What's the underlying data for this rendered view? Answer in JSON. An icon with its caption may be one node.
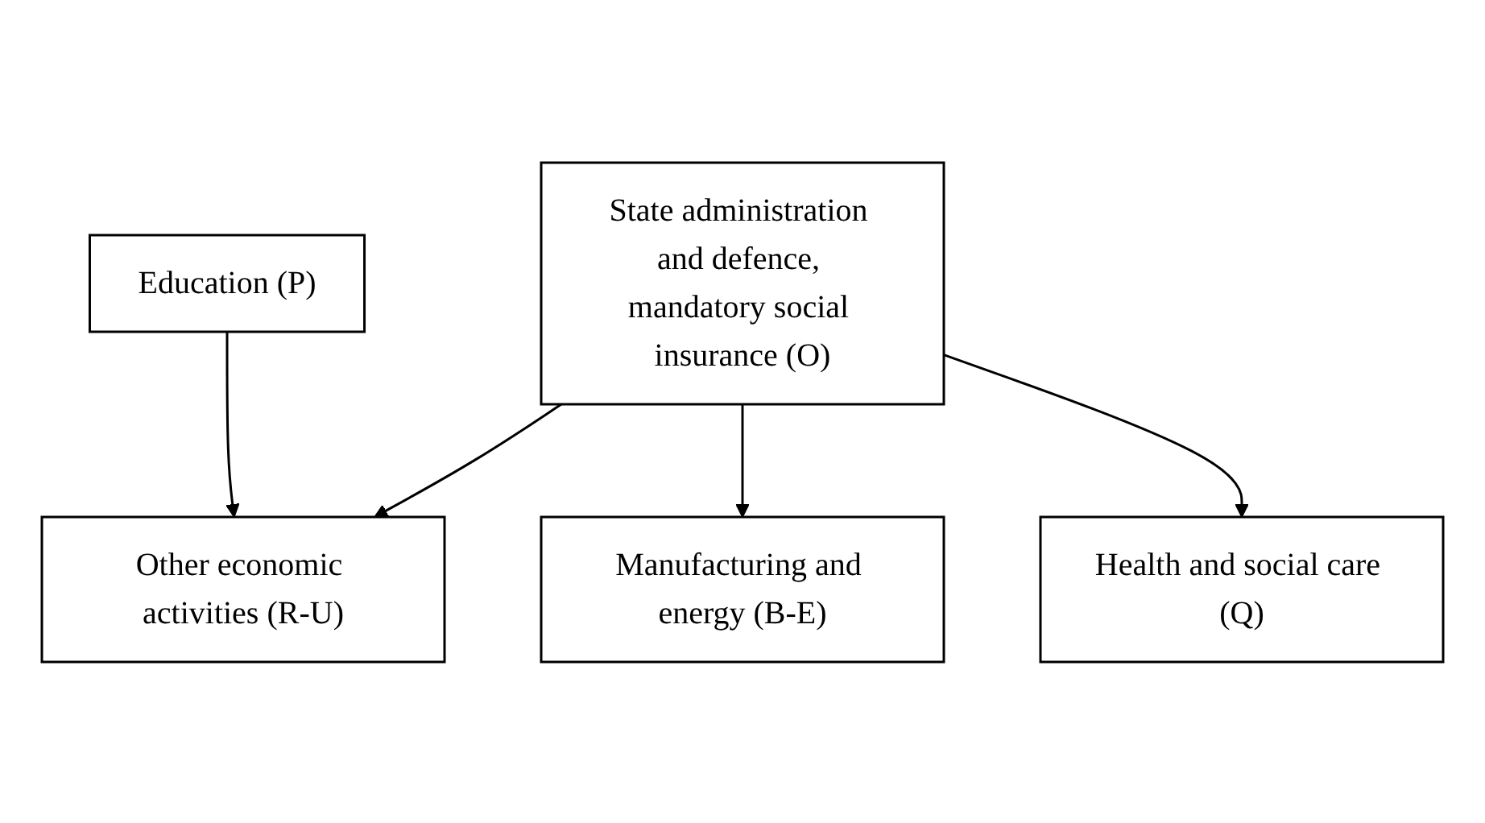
{
  "diagram": {
    "nodes": [
      {
        "text": [
          "State administration and defence, mandatory social insurance (O)"
        ]
      },
      {
        "text": [
          "Other economic activities (R-U)"
        ]
      },
      {
        "text": [
          "Health and social care (Q)"
        ]
      },
      {
        "text": [
          "Manufacturing and energy (B-E)"
        ]
      },
      {
        "text": [
          "Education (P)"
        ]
      }
    ],
    "edges": [
      {
        "from": 0,
        "to": 1,
        "arrow": "to"
      },
      {
        "from": 0,
        "to": 3,
        "arrow": "to"
      },
      {
        "from": 0,
        "to": 2,
        "arrow": "to"
      },
      {
        "from": 4,
        "to": 1,
        "arrow": "to"
      }
    ]
  }
}
